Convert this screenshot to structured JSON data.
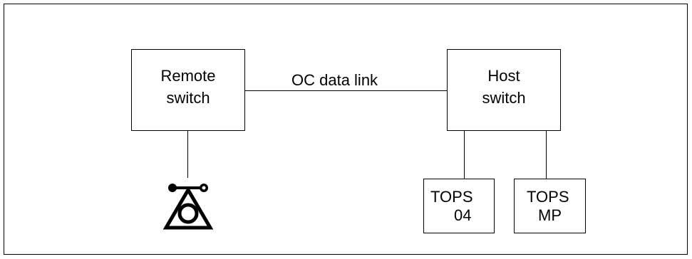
{
  "remote_switch": {
    "line1": "Remote",
    "line2": "switch"
  },
  "host_switch": {
    "line1": "Host",
    "line2": "switch"
  },
  "link_label": "OC data link",
  "tops04": {
    "line1": "TOPS",
    "line2": "04"
  },
  "topsmp": {
    "line1": "TOPS",
    "line2": "MP"
  },
  "telephone_icon": "operator-telephone-icon"
}
